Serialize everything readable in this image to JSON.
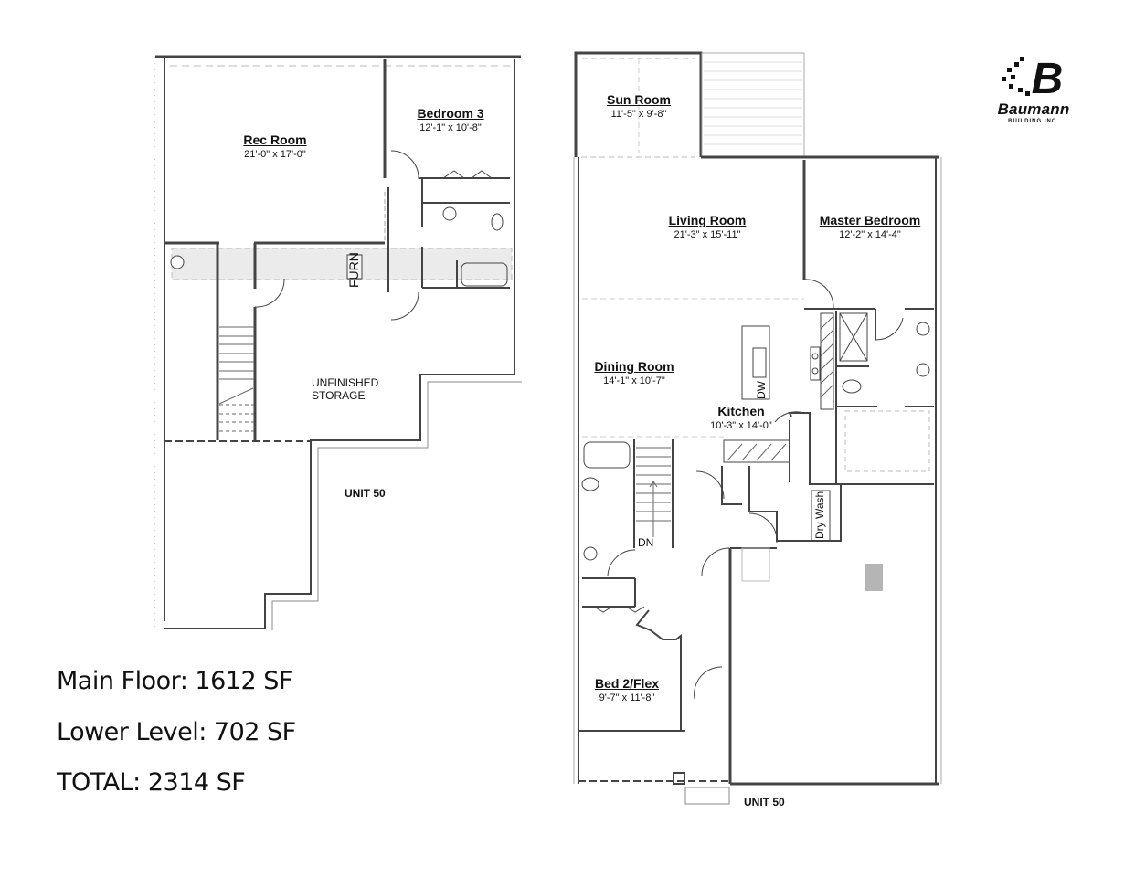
{
  "logo": {
    "mark": "B",
    "name": "Baumann",
    "subtitle": "BUILDING INC."
  },
  "lower_level": {
    "rooms": [
      {
        "name": "Rec Room",
        "dimensions": "21'-0\" x 17'-0\""
      },
      {
        "name": "Bedroom 3",
        "dimensions": "12'-1\" x 10'-8\""
      }
    ],
    "labels": {
      "furnace": "FURN",
      "storage_line1": "UNFINISHED",
      "storage_line2": "STORAGE",
      "unit": "UNIT 50"
    }
  },
  "main_floor": {
    "rooms": [
      {
        "name": "Sun Room",
        "dimensions": "11'-5\" x 9'-8\""
      },
      {
        "name": "Living Room",
        "dimensions": "21'-3\" x 15'-11\""
      },
      {
        "name": "Master Bedroom",
        "dimensions": "12'-2\" x 14'-4\""
      },
      {
        "name": "Dining Room",
        "dimensions": "14'-1\" x 10'-7\""
      },
      {
        "name": "Kitchen",
        "dimensions": "10'-3\" x 14'-0\""
      },
      {
        "name": "Bed 2/Flex",
        "dimensions": "9'-7\" x 11'-8\""
      }
    ],
    "labels": {
      "dishwasher": "DW",
      "dry_wash": "Dry Wash",
      "stairs_down": "DN",
      "unit": "UNIT 50"
    }
  },
  "square_footage": {
    "main_floor": "Main Floor: 1612 SF",
    "lower_level": "Lower Level: 702 SF",
    "total": "TOTAL: 2314 SF"
  },
  "colors": {
    "wall": "#444444",
    "hallway_fill": "#ebebeb",
    "garage_marker": "#b5b5b5"
  }
}
